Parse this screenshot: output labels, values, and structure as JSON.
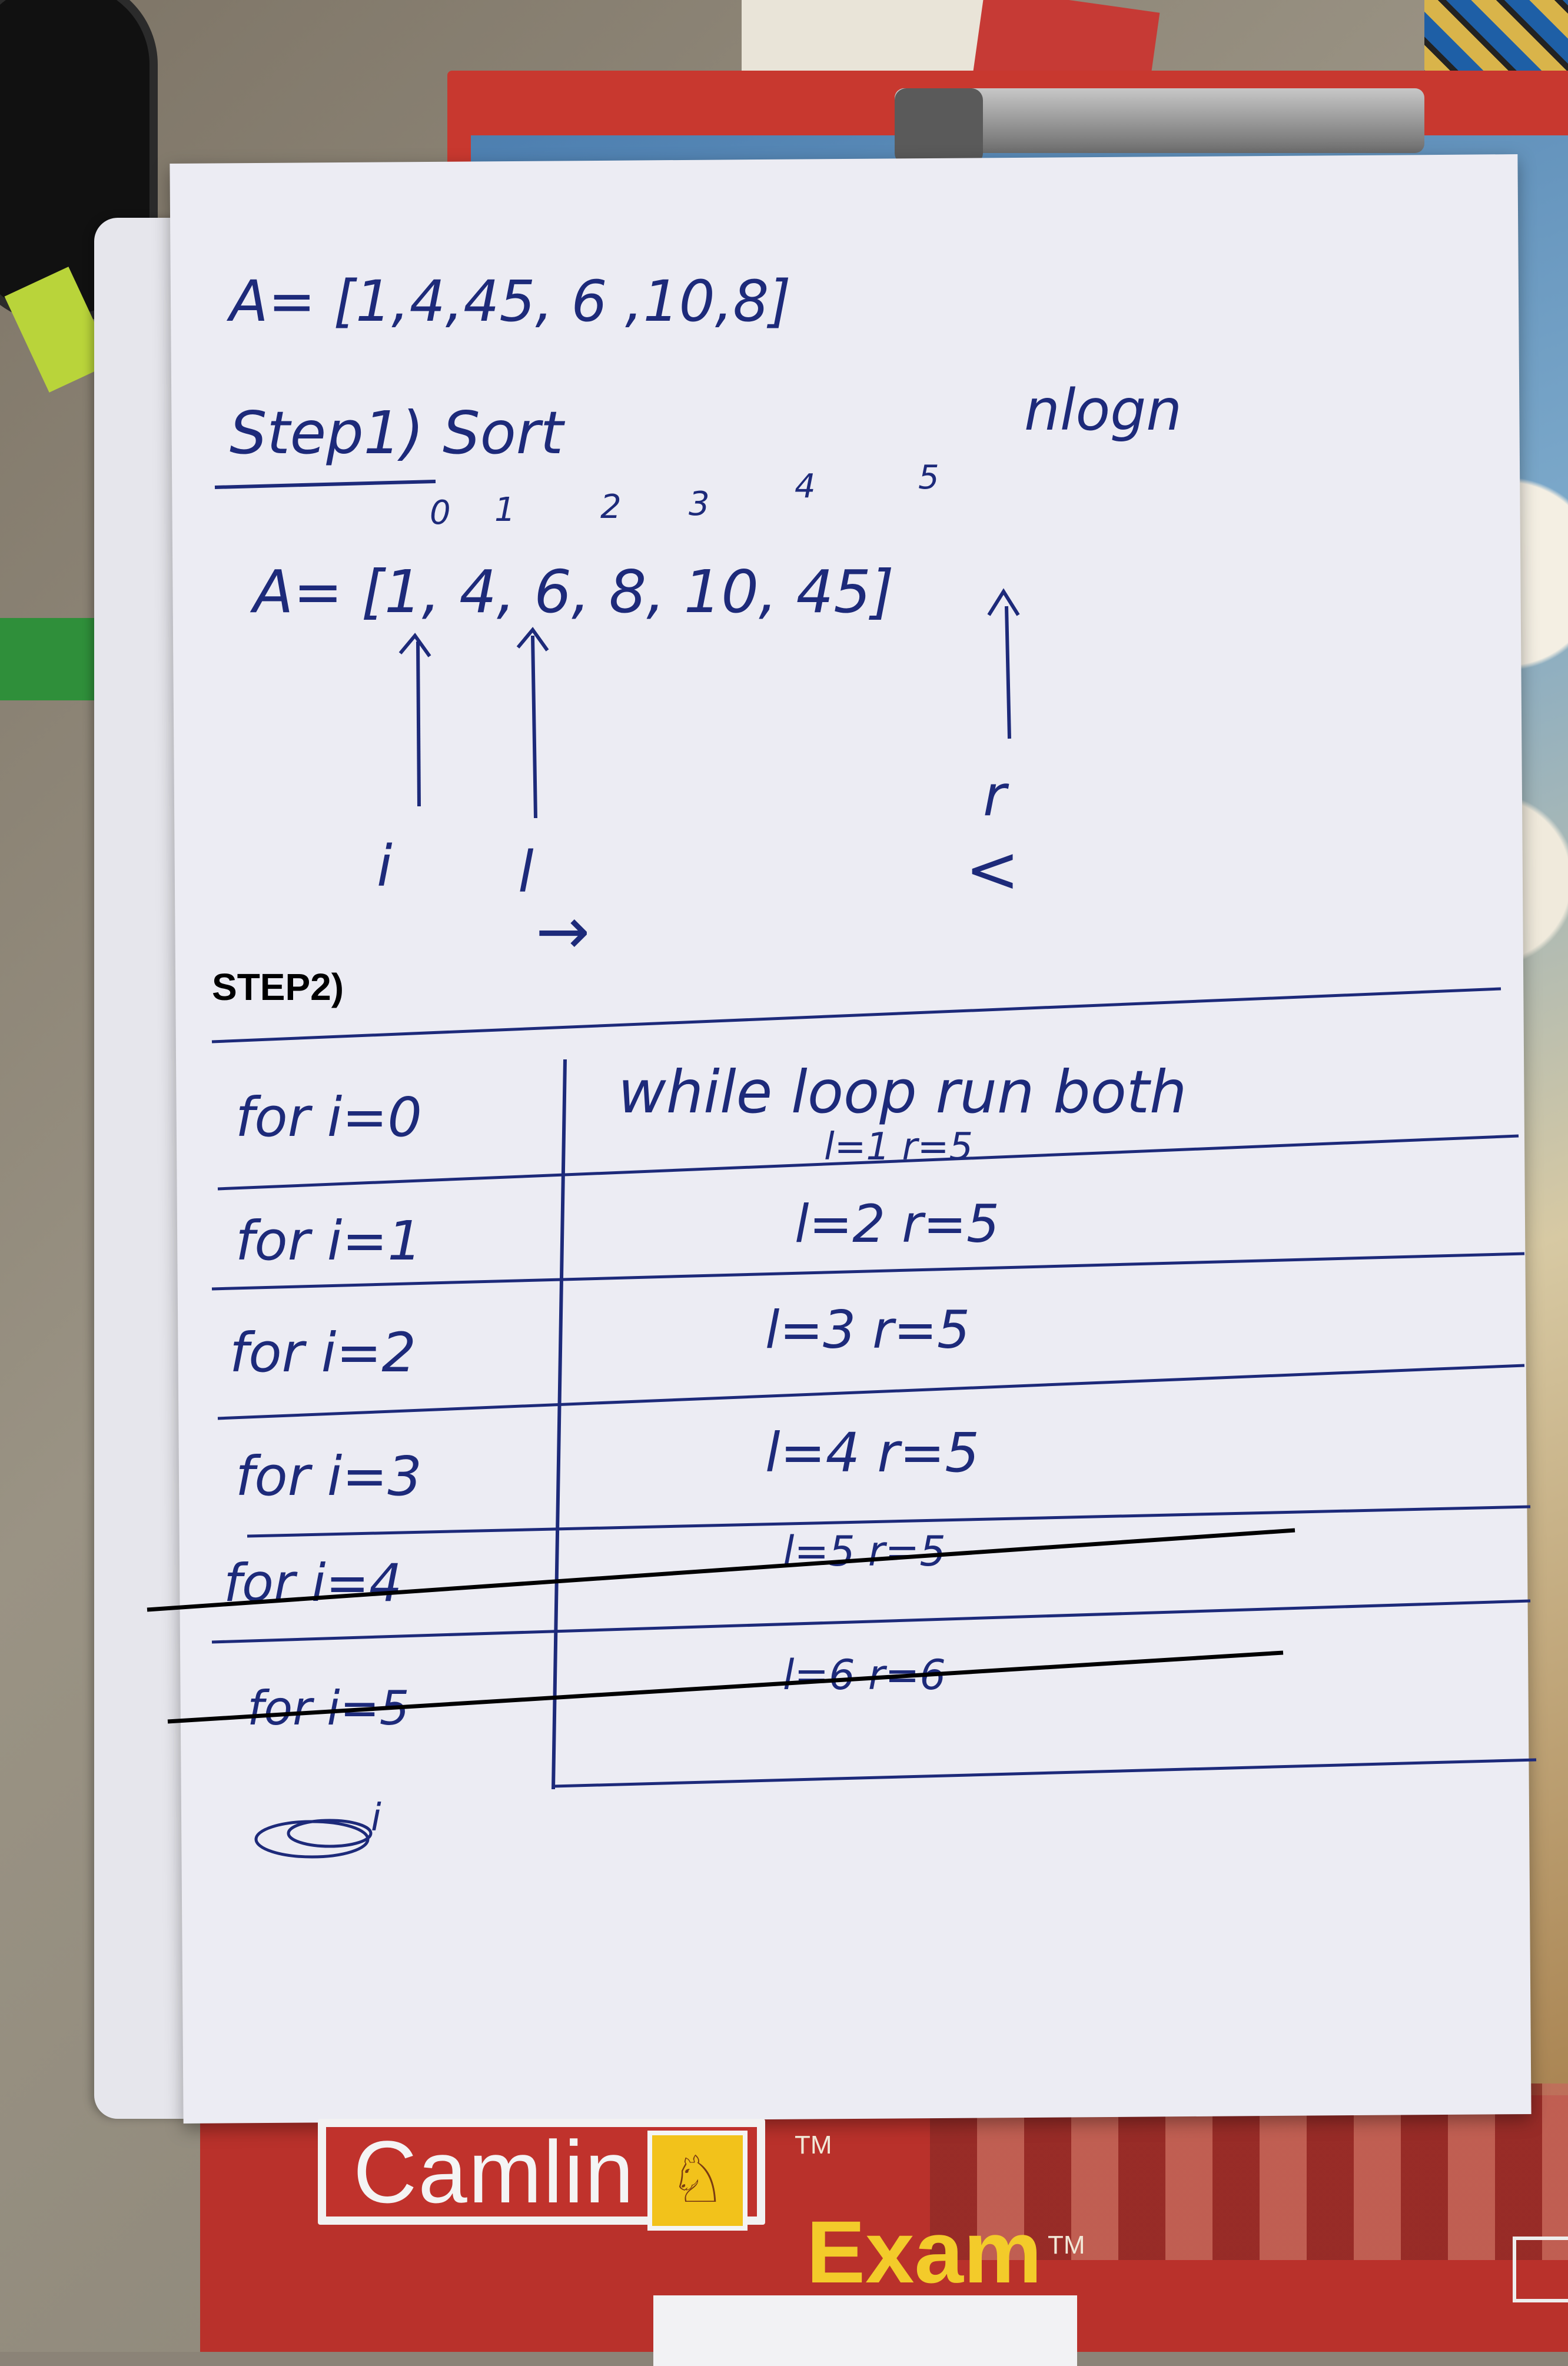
{
  "photo": {
    "subject": "handwritten algorithm notes on a sheet of paper",
    "ink_color": "#1d2a7a"
  },
  "notes": {
    "array_def": "A= [1,4,45, 6 ,10,8]",
    "step1_label": "Step1) Sort",
    "complexity": "nlogn",
    "indices": [
      "0",
      "1",
      "2",
      "3",
      "4",
      "5"
    ],
    "sorted_array": "A= [1, 4, 6, 8, 10, 45]",
    "pointer_i": "i",
    "pointer_l": "l",
    "pointer_r": "r",
    "arrow_right": "→",
    "arrow_left": "<",
    "step2_label": "STEP2)",
    "table": {
      "header_right": "while loop run both",
      "rows": [
        {
          "left": "for i=0",
          "right": "l=1   r=5",
          "struck": false
        },
        {
          "left": "for i=1",
          "right": "l=2   r=5",
          "struck": false
        },
        {
          "left": "for i=2",
          "right": "l=3   r=5",
          "struck": false
        },
        {
          "left": "for i=3",
          "right": "l=4   r=5",
          "struck": false
        },
        {
          "left": "for i=4",
          "right": "l=5   r=5",
          "struck": true
        },
        {
          "left": "for i=5",
          "right": "l=6   r=6",
          "struck": true
        }
      ]
    },
    "scribble": "i"
  },
  "notebook_cover": {
    "brand": "Camlin",
    "product": "Exam",
    "trademark": "TM",
    "brand_color": "#f3cb2a",
    "cover_color": "#b9312b"
  }
}
